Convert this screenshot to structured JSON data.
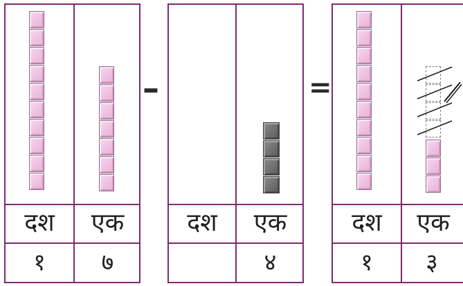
{
  "panels": [
    {
      "header": {
        "left": "दश",
        "right": "एक"
      },
      "values": {
        "left": "१",
        "right": "७"
      },
      "blocks": {
        "left_pink": 10,
        "right_pink": 7,
        "right_gray": 0,
        "right_crossed": 0
      }
    },
    {
      "header": {
        "left": "दश",
        "right": "एक"
      },
      "values": {
        "left": "",
        "right": "४"
      },
      "blocks": {
        "left_pink": 0,
        "right_pink": 0,
        "right_gray": 4,
        "right_crossed": 0
      }
    },
    {
      "header": {
        "left": "दश",
        "right": "एक"
      },
      "values": {
        "left": "१",
        "right": "३"
      },
      "blocks": {
        "left_pink": 10,
        "right_pink": 3,
        "right_gray": 0,
        "right_crossed": 4
      }
    }
  ],
  "operators": {
    "minus": "–",
    "equals": "="
  },
  "colors": {
    "frame": "#7d2a6e",
    "cube_pink": "#efc1e1",
    "cube_gray": "#6e6e6e"
  }
}
